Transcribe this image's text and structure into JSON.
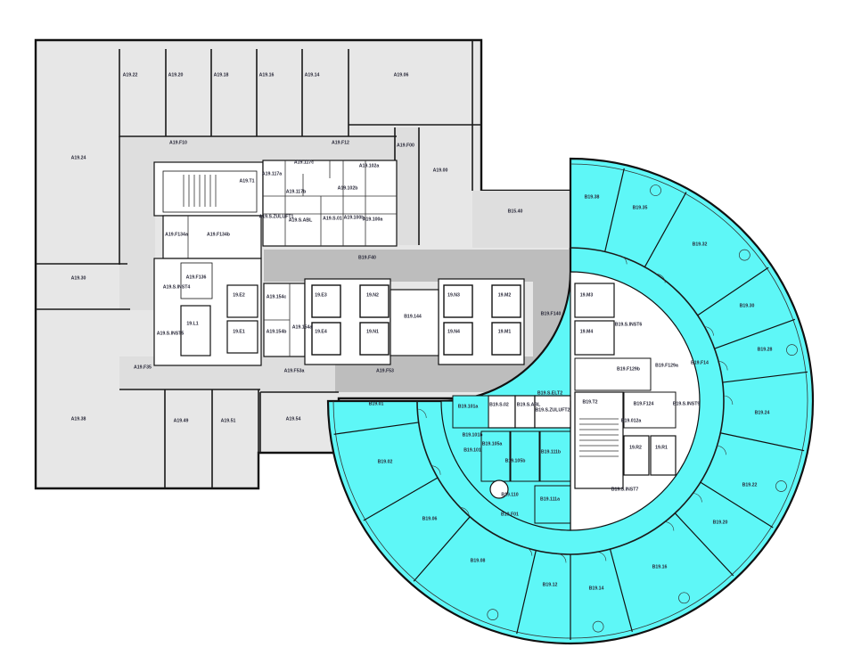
{
  "colors": {
    "leased_area_highlight": "#5ef7f7",
    "room_fill": "#e7e7e7",
    "corridor_fill": "#dedede",
    "core_corridor_fill": "#bdbdbd",
    "wall": "#1a1a1a"
  },
  "rooms": [
    "A19.22",
    "A19.20",
    "A19.18",
    "A19.16",
    "A19.14",
    "A19.06",
    "A19.24",
    "A19.F10",
    "A19.F12",
    "A19.F00",
    "A19.00",
    "A19.117c",
    "A19.117a",
    "A19.117b",
    "A19.102a",
    "A19.102b",
    "A19.T1",
    "A19.S.ZULUFT1",
    "A19.S.ABL",
    "A19.S.01",
    "A19.100b",
    "A19.100a",
    "A19.F134a",
    "A19.F134b",
    "B15.40",
    "B19.F40",
    "A19.30",
    "A19.F136",
    "A19.S.INST4",
    "19.E2",
    "19.E1",
    "19.L1",
    "A19.S.INST5",
    "A19.154c",
    "A19.154b",
    "A19.154a",
    "19.E3",
    "19.N2",
    "B19.144",
    "19.N3",
    "19.M2",
    "B19.F140",
    "19.E4",
    "19.N1",
    "19.N4",
    "19.M1",
    "A19.F35",
    "A19.F53a",
    "A19.F53",
    "19.M3",
    "19.M4",
    "B19.S.INST6",
    "B19.F129b",
    "B19.F129a",
    "B19.F14",
    "A19.38",
    "A19.49",
    "A19.51",
    "A19.54",
    "B19.S.ELT2",
    "B19.01",
    "B19.101a",
    "B19.S.02",
    "B19.S.ABL",
    "B19.S.ZULUFT2",
    "B19.T2",
    "B19.F124",
    "B19.S.INST9",
    "B19.012a",
    "B19.101b",
    "B19.105a",
    "B19.101",
    "B19.105b",
    "B19.111b",
    "19.R2",
    "19.R1",
    "B19.02",
    "B19.110",
    "B19.111a",
    "B19.S.INST7",
    "B19.F01",
    "B19.06",
    "B19.08",
    "B19.12",
    "B19.14",
    "B19.16",
    "B19.20",
    "B19.22",
    "B19.24",
    "B19.28",
    "B19.30",
    "B19.32",
    "B19.35",
    "B19.38"
  ]
}
